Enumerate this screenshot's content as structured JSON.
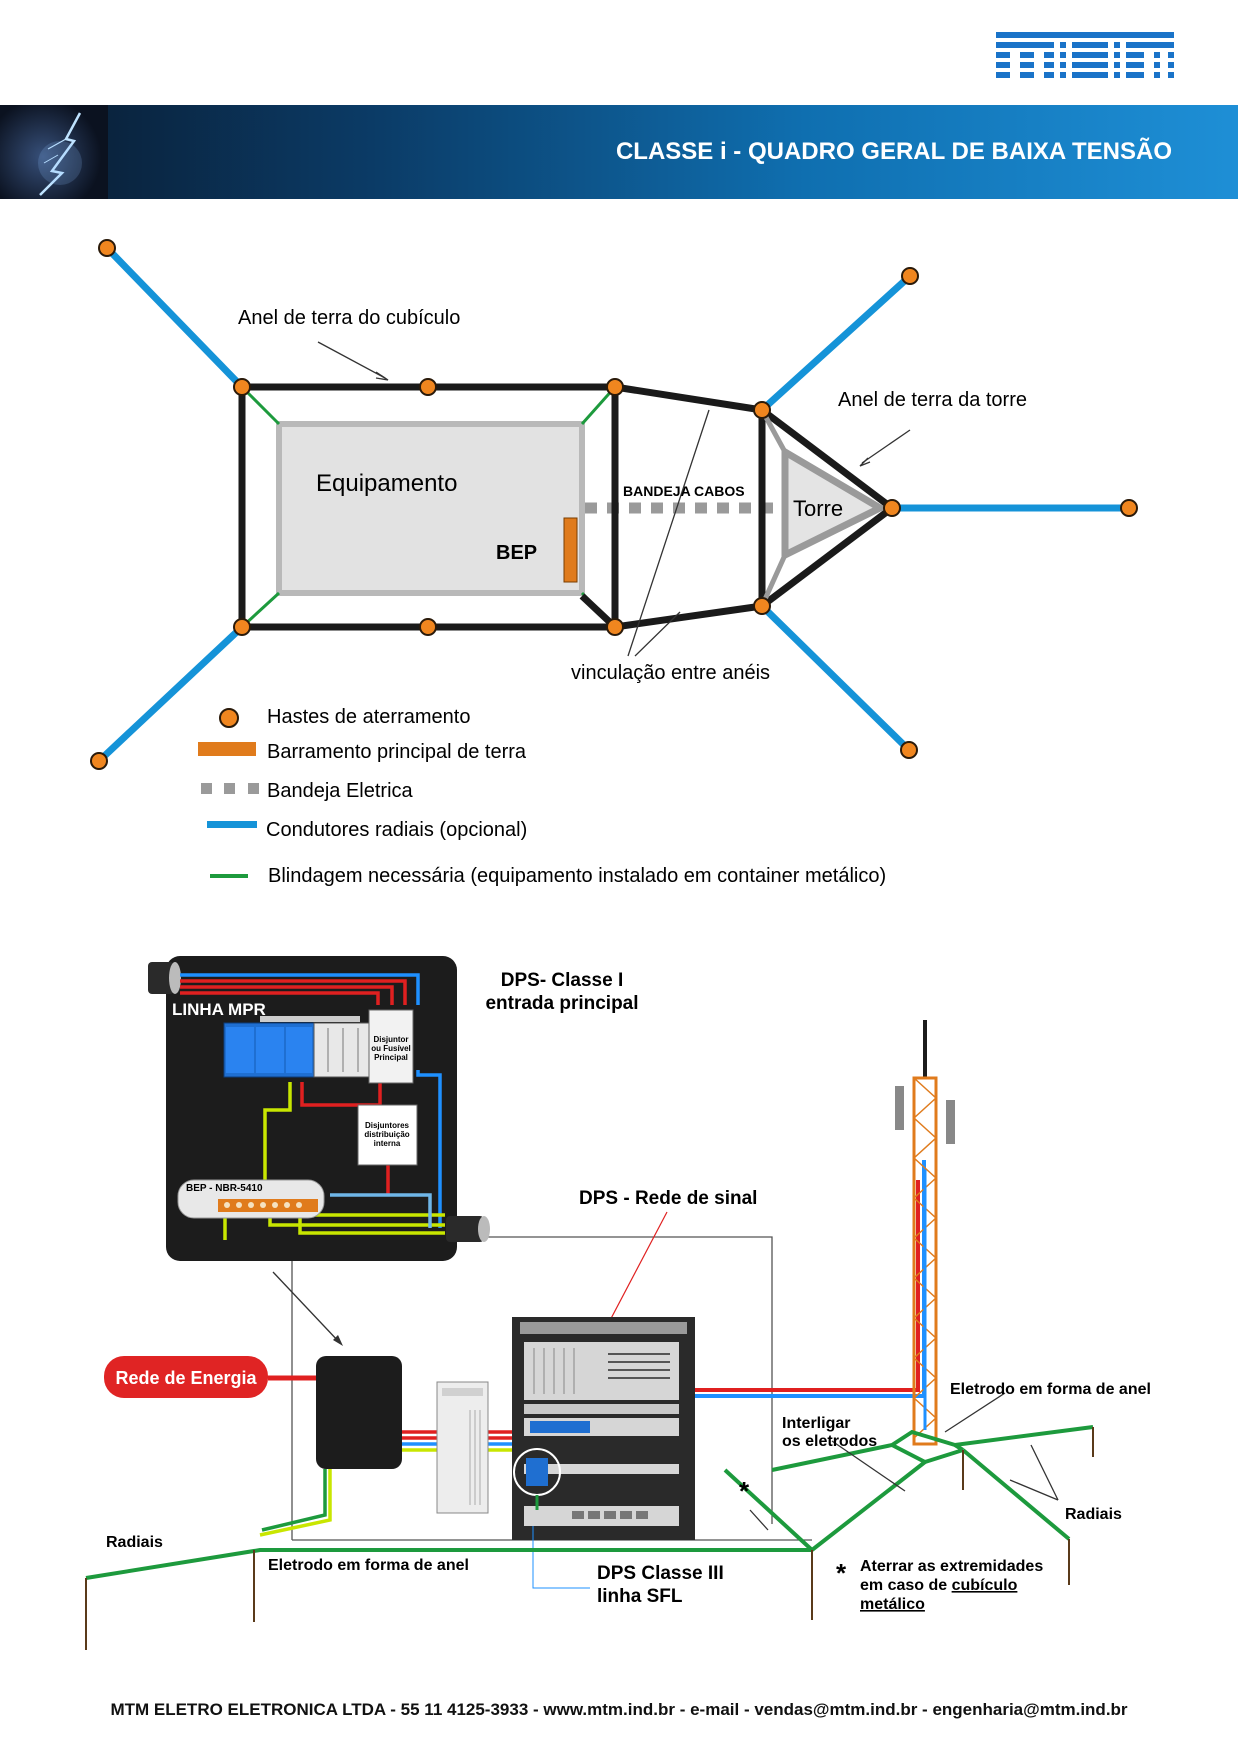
{
  "header": {
    "logo_text": "MTM",
    "title": "CLASSE i - QUADRO GERAL DE BAIXA TENSÃO",
    "brand_color": "#1a73c8"
  },
  "top_diagram": {
    "label_cubicle_ring": "Anel de terra do cubículo",
    "label_tower_ring": "Anel de terra da torre",
    "label_equipment": "Equipamento",
    "label_bep": "BEP",
    "label_cable_tray": "BANDEJA CABOS",
    "label_tower": "Torre",
    "label_bonding": "vinculação entre anéis"
  },
  "legend": [
    {
      "icon": "ground-rod-icon",
      "label": "Hastes de aterramento"
    },
    {
      "icon": "main-bar-icon",
      "label": "Barramento principal de terra"
    },
    {
      "icon": "tray-icon",
      "label": "Bandeja Eletrica"
    },
    {
      "icon": "radial-icon",
      "label": "Condutores radiais (opcional)"
    },
    {
      "icon": "shield-icon",
      "label": "Blindagem necessária (equipamento instalado em container metálico)"
    }
  ],
  "bottom_diagram": {
    "linha_mpr": "LINHA MPR",
    "dps_classe1_line1": "DPS- Classe I",
    "dps_classe1_line2": "entrada principal",
    "disjuntor_line1": "Disjuntor",
    "disjuntor_line2": "ou Fusível",
    "disjuntor_line3": "Principal",
    "distrib_line1": "Disjuntores",
    "distrib_line2": "distribuição",
    "distrib_line3": "interna",
    "bep_nbr": "BEP - NBR-5410",
    "dps_sinal": "DPS - Rede de sinal",
    "rede_energia": "Rede de Energia",
    "eletrodo_anel_right": "Eletrodo em forma de anel",
    "interligar_line1": "Interligar",
    "interligar_line2": "os eletrodos",
    "radiais_right": "Radiais",
    "radiais_left": "Radiais",
    "eletrodo_anel_left": "Eletrodo em forma de anel",
    "dps_classe3_line1": "DPS Classe III",
    "dps_classe3_line2": "linha SFL",
    "asterisk": "*",
    "aterrar_line1": "Aterrar as extremidades",
    "aterrar_line2_a": "em caso de",
    "aterrar_line2_b": "cubículo",
    "aterrar_line3": "metálico"
  },
  "footer": {
    "text": "MTM ELETRO ELETRONICA LTDA - 55 11 4125-3933 - www.mtm.ind.br - e-mail - vendas@mtm.ind.br - engenharia@mtm.ind.br"
  }
}
